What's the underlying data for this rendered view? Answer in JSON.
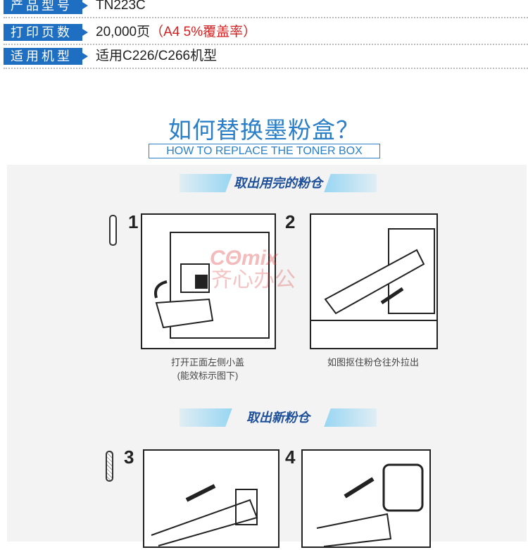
{
  "specs": [
    {
      "label": "产品型号",
      "value": "TN223C"
    },
    {
      "label": "打印页数",
      "value": "20,000页",
      "note": "（A4 5%覆盖率）"
    },
    {
      "label": "适用机型",
      "value": "适用C226/C266机型"
    }
  ],
  "title": "如何替换墨粉盒？",
  "subtitle": "HOW TO REPLACE THE TONER BOX",
  "sections": [
    {
      "heading": "取出用完的粉仓",
      "steps": [
        {
          "number": "1",
          "caption": "打开正面左侧小盖",
          "caption2": "(能效标示图下)"
        },
        {
          "number": "2",
          "caption": "如图抠住粉仓往外拉出"
        }
      ]
    },
    {
      "heading": "取出新粉仓",
      "steps": [
        {
          "number": "3"
        },
        {
          "number": "4"
        }
      ]
    }
  ],
  "watermark": {
    "brand": "Comix",
    "text": "齐心办公"
  },
  "colors": {
    "accent": "#1e6fc2",
    "title": "#2a7fc8",
    "note": "#d42020"
  }
}
